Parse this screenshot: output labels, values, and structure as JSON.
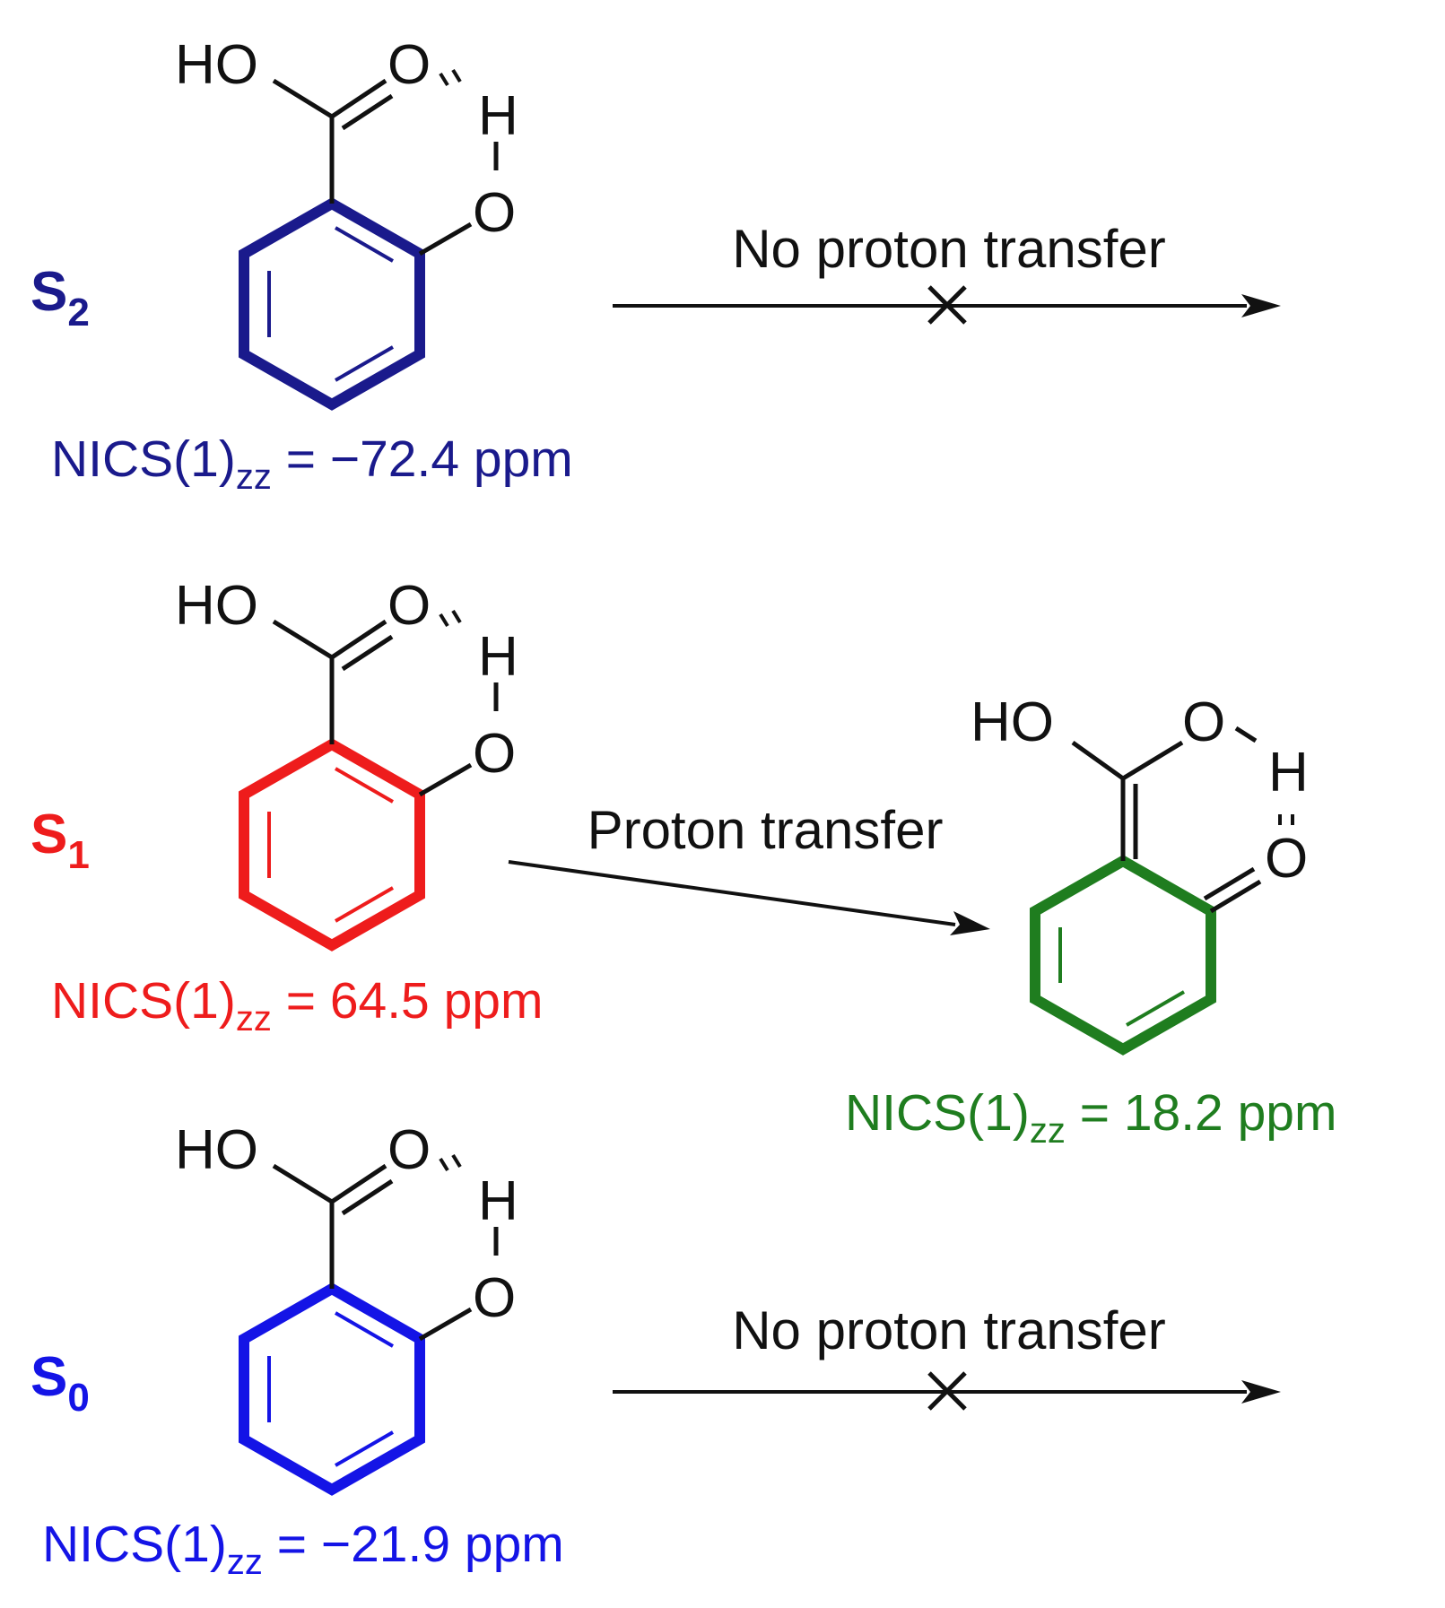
{
  "colors": {
    "s2": "#1a1a8c",
    "s1": "#ee1c1c",
    "s0": "#1414e6",
    "product": "#1f7d1f",
    "black": "#111111"
  },
  "states": [
    {
      "key": "s2",
      "letter": "S",
      "sub": "2",
      "nics": {
        "prefix": "NICS(1)",
        "sub": "zz",
        "value": " = −72.4 ppm"
      },
      "arrow_label": "No proton transfer",
      "blocked": true
    },
    {
      "key": "s1",
      "letter": "S",
      "sub": "1",
      "nics": {
        "prefix": "NICS(1)",
        "sub": "zz",
        "value": " = 64.5 ppm"
      },
      "arrow_label": "Proton transfer",
      "blocked": false
    },
    {
      "key": "s0",
      "letter": "S",
      "sub": "0",
      "nics": {
        "prefix": "NICS(1)",
        "sub": "zz",
        "value": " = −21.9 ppm"
      },
      "arrow_label": "No proton transfer",
      "blocked": true
    }
  ],
  "product": {
    "nics": {
      "prefix": "NICS(1)",
      "sub": "zz",
      "value": " = 18.2 ppm"
    }
  },
  "atoms": {
    "hydroxyl_label": "HO",
    "oxygen": "O",
    "hydrogen": "H"
  }
}
